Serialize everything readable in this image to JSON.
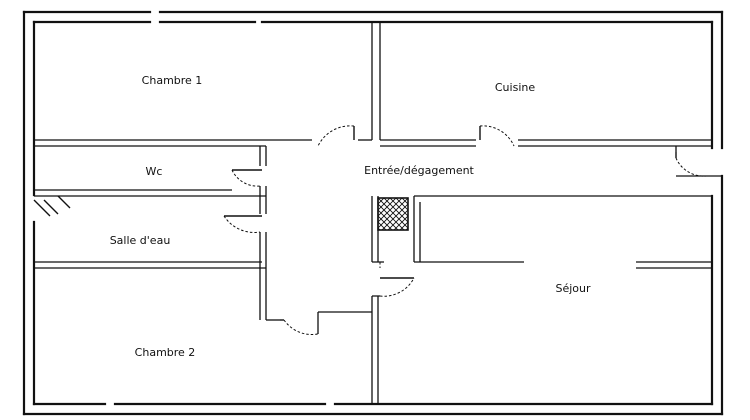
{
  "rooms": {
    "chambre1": "Chambre 1",
    "cuisine": "Cuisine",
    "wc": "Wc",
    "entree": "Entrée/dégagement",
    "salle_eau": "Salle d'eau",
    "sejour": "Séjour",
    "chambre2": "Chambre 2"
  },
  "icons": {
    "chimney": "hatched-chimney-duct"
  }
}
